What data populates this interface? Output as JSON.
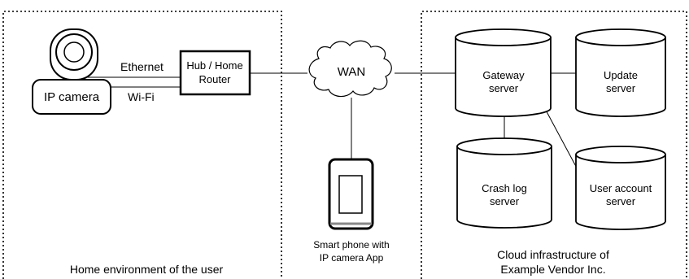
{
  "zones": {
    "home_label": "Home environment of the user",
    "cloud_label_line1": "Cloud infrastructure of",
    "cloud_label_line2": "Example Vendor Inc."
  },
  "devices": {
    "ip_camera": "IP camera",
    "hub_line1": "Hub / Home",
    "hub_line2": "Router",
    "wan": "WAN",
    "phone_line1": "Smart phone with",
    "phone_line2": "IP camera App"
  },
  "links": {
    "ethernet": "Ethernet",
    "wifi": "Wi-Fi"
  },
  "servers": {
    "gateway_line1": "Gateway",
    "gateway_line2": "server",
    "update_line1": "Update",
    "update_line2": "server",
    "crash_line1": "Crash log",
    "crash_line2": "server",
    "account_line1": "User account",
    "account_line2": "server"
  }
}
